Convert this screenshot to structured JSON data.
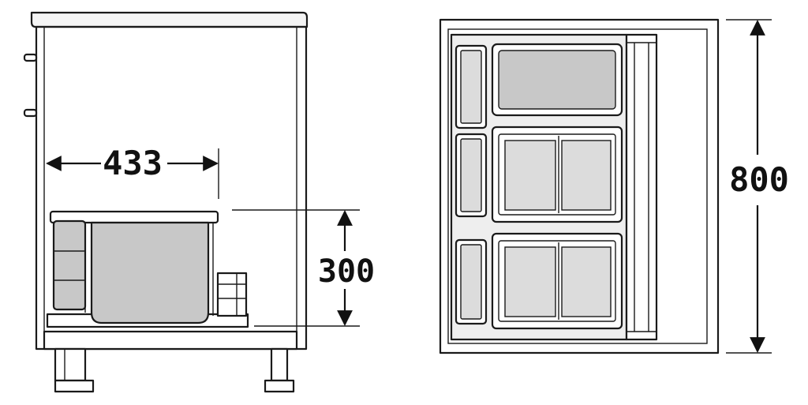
{
  "dimensions": {
    "width": "433",
    "height": "300",
    "depth": "800"
  },
  "colors": {
    "line": "#1a1a1a",
    "panel": "#ffffff",
    "bin_fill": "#c8c8c8",
    "bin_light": "#dcdcdc",
    "frame_fill": "#e6e6e6"
  }
}
